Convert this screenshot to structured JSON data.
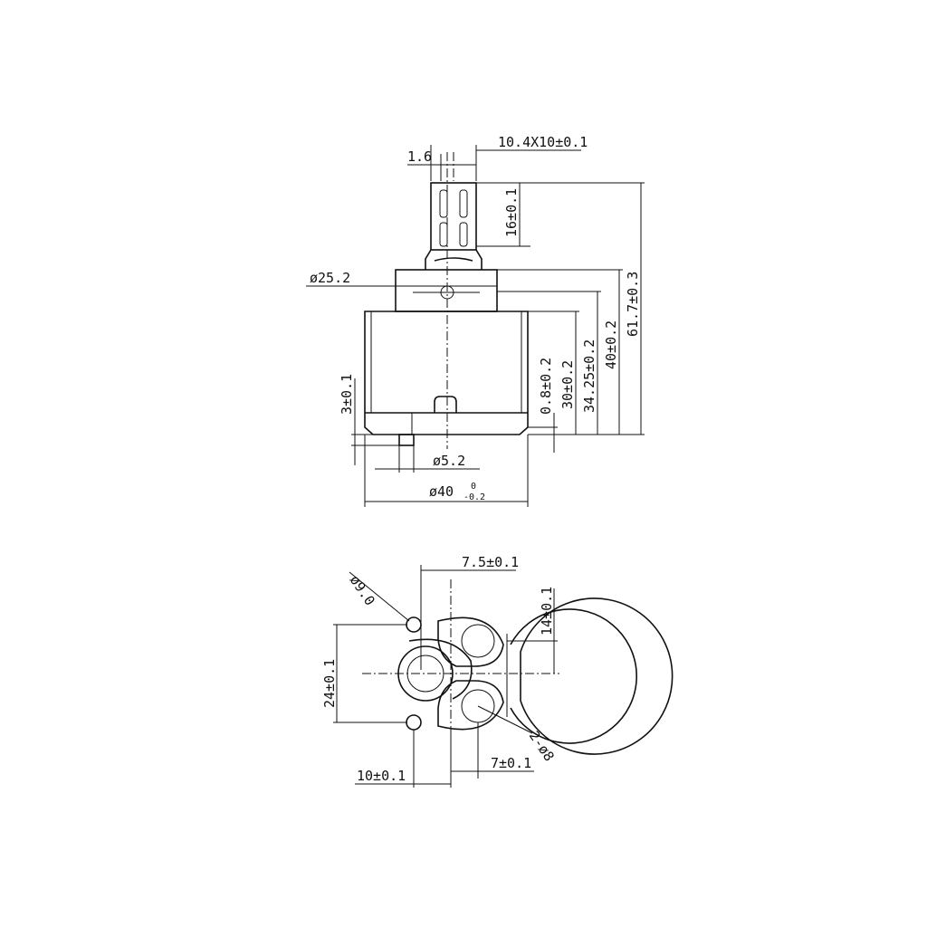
{
  "side_view": {
    "dims": {
      "stem_thickness": "1.6",
      "stem_size": "10.4X10±0.1",
      "spline_height": "16±0.1",
      "collar_diameter": "ø25.2",
      "total_height": "61.7±0.3",
      "body_height_40": "40±0.2",
      "height_34": "34.25±0.2",
      "height_30": "30±0.2",
      "gap_08": "0.8±0.2",
      "pin_height": "3±0.1",
      "pin_diameter": "ø5.2",
      "body_diameter": "ø40",
      "body_tol_upper": "0",
      "body_tol_lower": "-0.2"
    }
  },
  "bottom_view": {
    "dims": {
      "offset_75": "7.5±0.1",
      "hole_9": "ø9.0",
      "height_14": "14±0.1",
      "height_24": "24±0.1",
      "holes_8": "2-ø8",
      "offset_7": "7±0.1",
      "offset_10": "10±0.1"
    }
  }
}
